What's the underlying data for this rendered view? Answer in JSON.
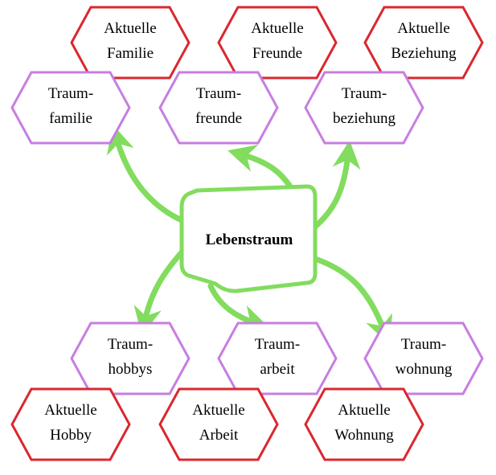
{
  "colors": {
    "actual_stroke": "#d9282f",
    "dream_stroke": "#c77ee0",
    "center_stroke": "#82dc5e",
    "arrow": "#82dc5e"
  },
  "center": {
    "label": "Lebenstraum"
  },
  "nodes": [
    {
      "id": "aktuelle-familie",
      "kind": "actual",
      "lines": [
        "Aktuelle",
        "Familie"
      ]
    },
    {
      "id": "aktuelle-freunde",
      "kind": "actual",
      "lines": [
        "Aktuelle",
        "Freunde"
      ]
    },
    {
      "id": "aktuelle-beziehung",
      "kind": "actual",
      "lines": [
        "Aktuelle",
        "Beziehung"
      ]
    },
    {
      "id": "traumfamilie",
      "kind": "dream",
      "lines": [
        "Traum-",
        "familie"
      ]
    },
    {
      "id": "traumfreunde",
      "kind": "dream",
      "lines": [
        "Traum-",
        "freunde"
      ]
    },
    {
      "id": "traumbeziehung",
      "kind": "dream",
      "lines": [
        "Traum-",
        "beziehung"
      ]
    },
    {
      "id": "traumhobbys",
      "kind": "dream",
      "lines": [
        "Traum-",
        "hobbys"
      ]
    },
    {
      "id": "traumarbeit",
      "kind": "dream",
      "lines": [
        "Traum-",
        "arbeit"
      ]
    },
    {
      "id": "traumwohnung",
      "kind": "dream",
      "lines": [
        "Traum-",
        "wohnung"
      ]
    },
    {
      "id": "aktuelle-hobby",
      "kind": "actual",
      "lines": [
        "Aktuelle",
        "Hobby"
      ]
    },
    {
      "id": "aktuelle-arbeit",
      "kind": "actual",
      "lines": [
        "Aktuelle",
        "Arbeit"
      ]
    },
    {
      "id": "aktuelle-wohnung",
      "kind": "actual",
      "lines": [
        "Aktuelle",
        "Wohnung"
      ]
    }
  ]
}
